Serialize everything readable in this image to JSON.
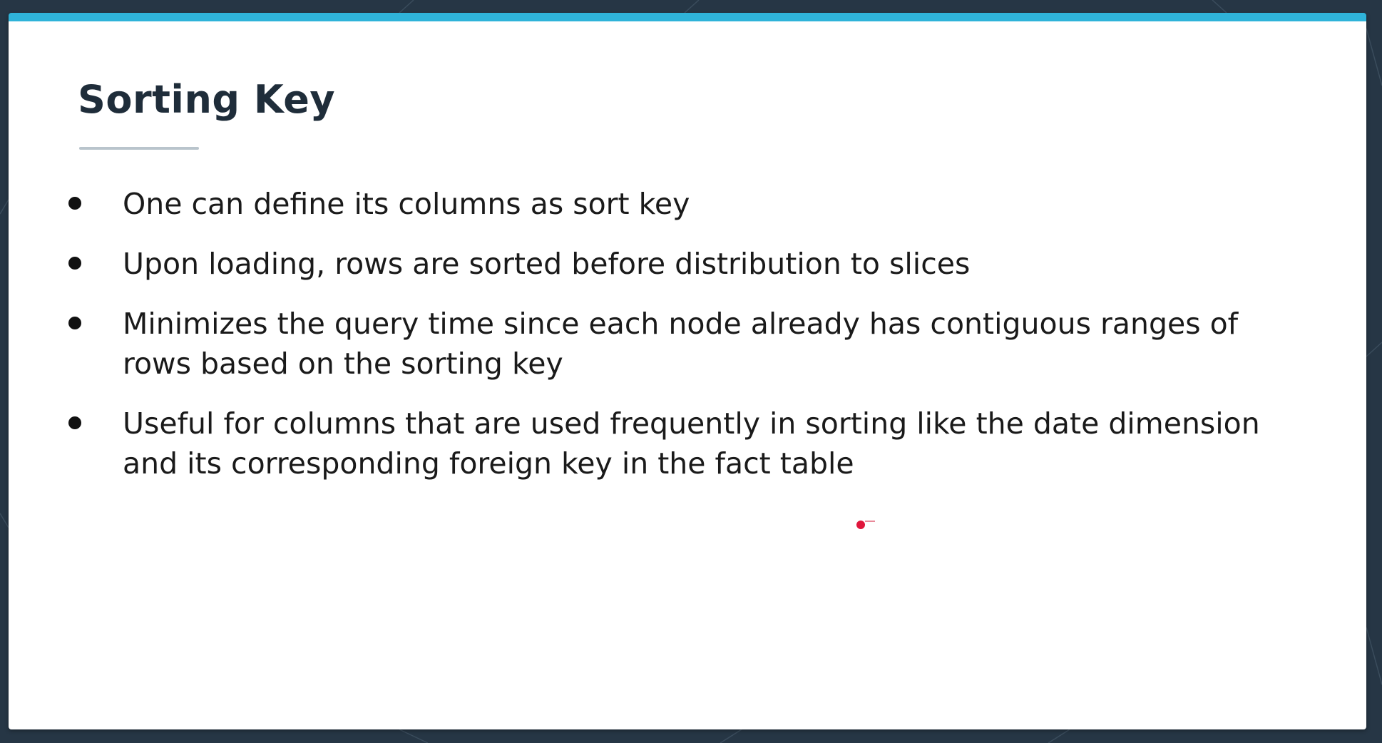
{
  "slide": {
    "title": "Sorting Key",
    "bullets": [
      "One can define its columns as sort key",
      "Upon loading, rows are sorted before distribution to slices",
      "Minimizes the query time since each node already has contiguous ranges of rows based on the sorting key",
      "Useful for columns that are used frequently in sorting like the date dimension and its corresponding foreign key in the fact table"
    ]
  },
  "colors": {
    "accent_bar": "#2fb3d9",
    "background": "#263645",
    "title_text": "#1f2d3a",
    "pointer": "#e0163c"
  }
}
